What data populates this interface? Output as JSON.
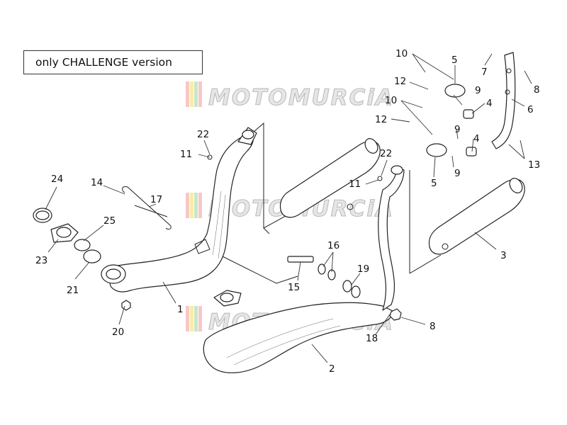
{
  "note": {
    "text": "only CHALLENGE version"
  },
  "watermark": {
    "text": "MOTOMURCiA"
  },
  "labels": {
    "p1": "1",
    "p2": "2",
    "p3": "3",
    "p4a": "4",
    "p4b": "4",
    "p5a": "5",
    "p5b": "5",
    "p6": "6",
    "p7": "7",
    "p8a": "8",
    "p8b": "8",
    "p9a": "9",
    "p9b": "9",
    "p9c": "9",
    "p10a": "10",
    "p10b": "10",
    "p11a": "11",
    "p11b": "11",
    "p12a": "12",
    "p12b": "12",
    "p13": "13",
    "p14": "14",
    "p15": "15",
    "p16": "16",
    "p17": "17",
    "p18": "18",
    "p19": "19",
    "p20": "20",
    "p21": "21",
    "p22a": "22",
    "p22b": "22",
    "p23": "23",
    "p24": "24",
    "p25": "25"
  },
  "colors": {
    "line": "#222222",
    "watermark": "#e6e6e6",
    "stripe_red": "#e53935",
    "stripe_yellow": "#fdd835",
    "stripe_green": "#66bb6a"
  }
}
